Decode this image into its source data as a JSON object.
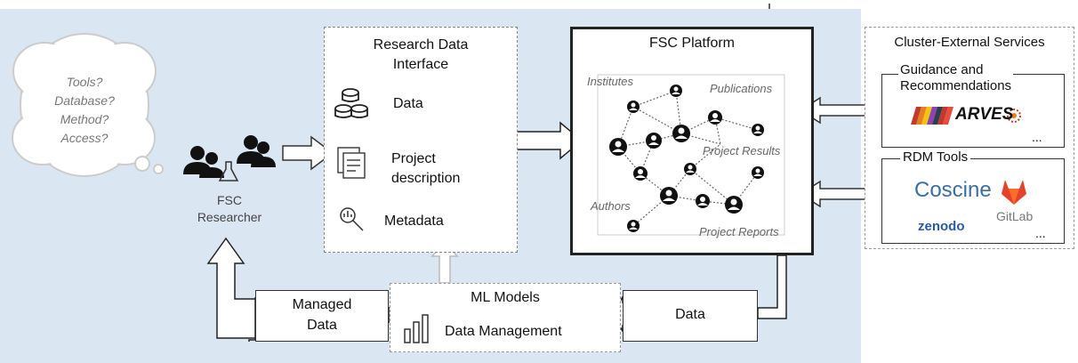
{
  "cloud": {
    "lines": [
      "Tools?",
      "Database?",
      "Method?",
      "Access?"
    ]
  },
  "researcher": {
    "label_line1": "FSC",
    "label_line2": "Researcher"
  },
  "research_data_interface": {
    "title_line1": "Research Data",
    "title_line2": "Interface",
    "items": [
      "Data",
      "Project",
      "description",
      "Metadata"
    ]
  },
  "fsc_platform": {
    "title": "FSC Platform",
    "labels": {
      "institutes": "Institutes",
      "publications": "Publications",
      "project_results": "Project Results",
      "authors": "Authors",
      "project_reports": "Project Reports"
    }
  },
  "external_services": {
    "title": "Cluster-External Services",
    "guidance_line1": "Guidance and",
    "guidance_line2": "Recommendations",
    "arves": "ARVES",
    "ellipsis": "...",
    "rdm_title": "RDM Tools",
    "coscine": "Coscine",
    "gitlab": "GitLab",
    "zenodo": "zenodo"
  },
  "ml_models": {
    "title": "ML Models",
    "subtitle": "Data Management"
  },
  "managed_data": {
    "line1": "Managed",
    "line2": "Data"
  },
  "data_box": {
    "label": "Data"
  },
  "colors": {
    "background_panel": "#dbe6f3",
    "gitlab_orange": "#e2432a",
    "coscine_blue": "#3a6ea5"
  }
}
